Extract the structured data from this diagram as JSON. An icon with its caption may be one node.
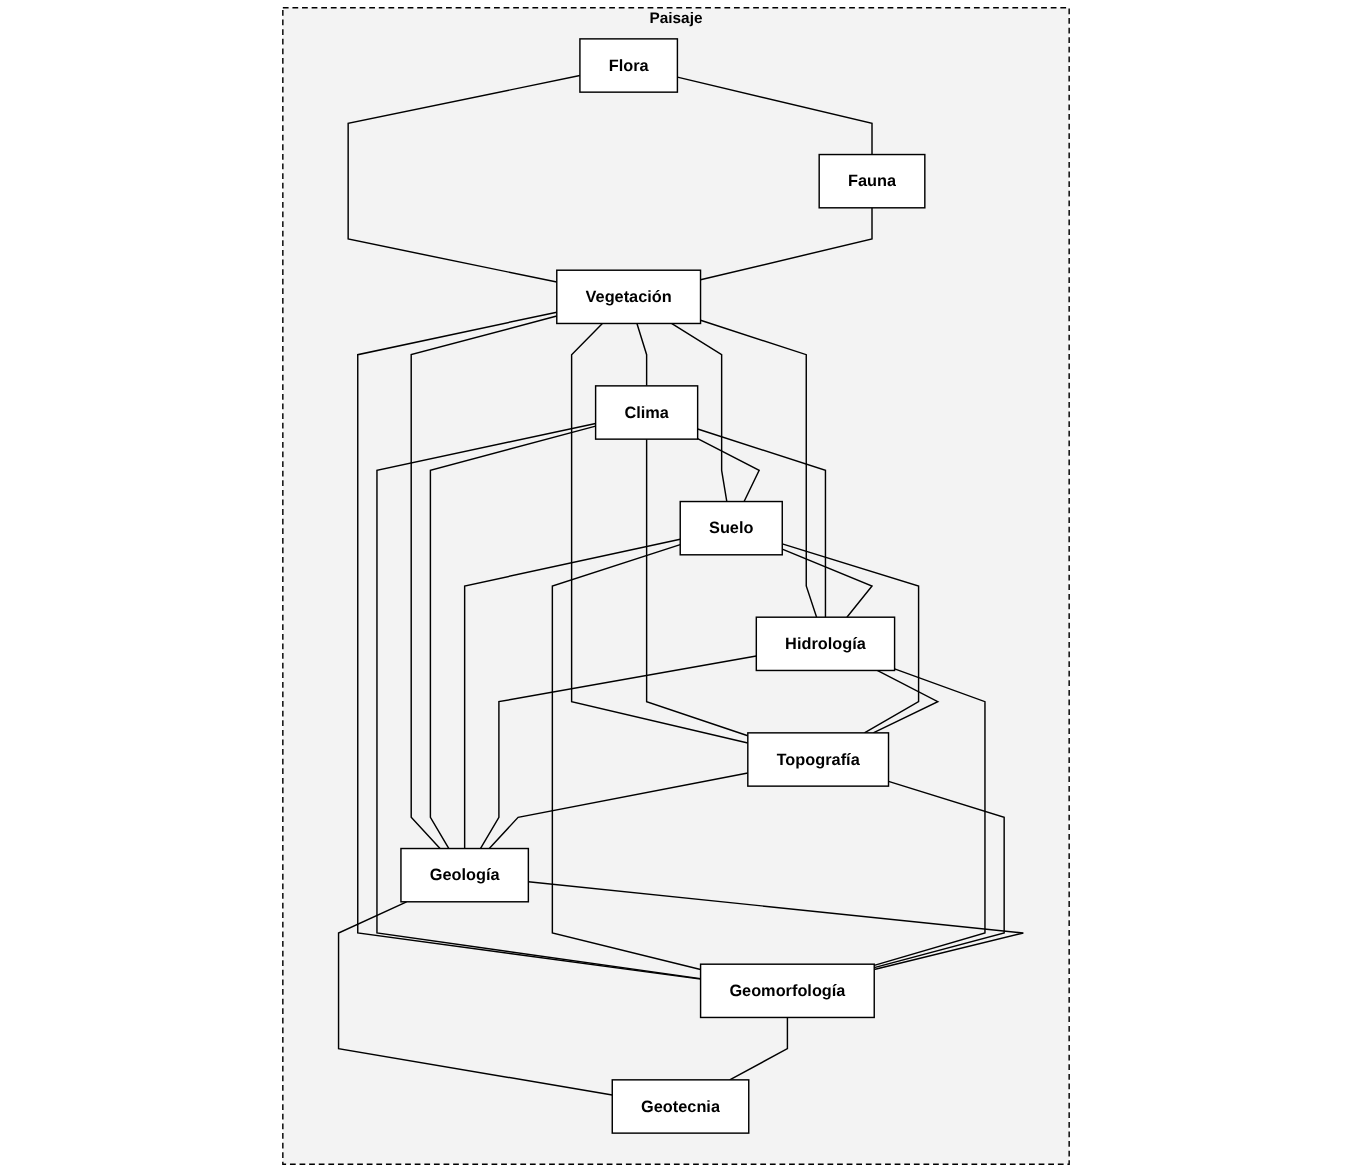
{
  "diagram": {
    "nodes": [
      {
        "text": [
          "Paisaje"
        ]
      },
      {
        "text": [
          "Flora"
        ],
        "in": 0
      },
      {
        "text": [
          "Fauna"
        ],
        "in": 0
      },
      {
        "text": [
          "Vegetación"
        ],
        "in": 0
      },
      {
        "text": [
          "Clima"
        ],
        "in": 0
      },
      {
        "text": [
          "Suelo"
        ],
        "in": 0
      },
      {
        "text": [
          "Hidrología"
        ],
        "in": 0
      },
      {
        "text": [
          "Topografía"
        ],
        "in": 0
      },
      {
        "text": [
          "Geología"
        ],
        "in": 0
      },
      {
        "text": [
          "Geomorfología"
        ],
        "in": 0
      },
      {
        "text": [
          "Geotecnia"
        ],
        "in": 0
      }
    ],
    "edges": [
      {
        "from": 1,
        "to": 2,
        "arrow": "none"
      },
      {
        "from": 1,
        "to": 3,
        "arrow": "none"
      },
      {
        "from": 2,
        "to": 3,
        "arrow": "none"
      },
      {
        "from": 3,
        "to": 4,
        "arrow": "none"
      },
      {
        "from": 3,
        "to": 5,
        "arrow": "none"
      },
      {
        "from": 3,
        "to": 6,
        "arrow": "none"
      },
      {
        "from": 3,
        "to": 7,
        "arrow": "none"
      },
      {
        "from": 3,
        "to": 8,
        "arrow": "none"
      },
      {
        "from": 3,
        "to": 9,
        "arrow": "none"
      },
      {
        "from": 4,
        "to": 5,
        "arrow": "none"
      },
      {
        "from": 4,
        "to": 6,
        "arrow": "none"
      },
      {
        "from": 4,
        "to": 7,
        "arrow": "none"
      },
      {
        "from": 4,
        "to": 8,
        "arrow": "none"
      },
      {
        "from": 4,
        "to": 9,
        "arrow": "none"
      },
      {
        "from": 5,
        "to": 6,
        "arrow": "none"
      },
      {
        "from": 5,
        "to": 7,
        "arrow": "none"
      },
      {
        "from": 5,
        "to": 8,
        "arrow": "none"
      },
      {
        "from": 5,
        "to": 9,
        "arrow": "none"
      },
      {
        "from": 6,
        "to": 7,
        "arrow": "none"
      },
      {
        "from": 6,
        "to": 8,
        "arrow": "none"
      },
      {
        "from": 6,
        "to": 9,
        "arrow": "none"
      },
      {
        "from": 7,
        "to": 8,
        "arrow": "none"
      },
      {
        "from": 7,
        "to": 9,
        "arrow": "none"
      },
      {
        "from": 8,
        "to": 9,
        "arrow": "none"
      },
      {
        "from": 8,
        "to": 10,
        "arrow": "none"
      },
      {
        "from": 9,
        "to": 10,
        "arrow": "none"
      }
    ]
  }
}
